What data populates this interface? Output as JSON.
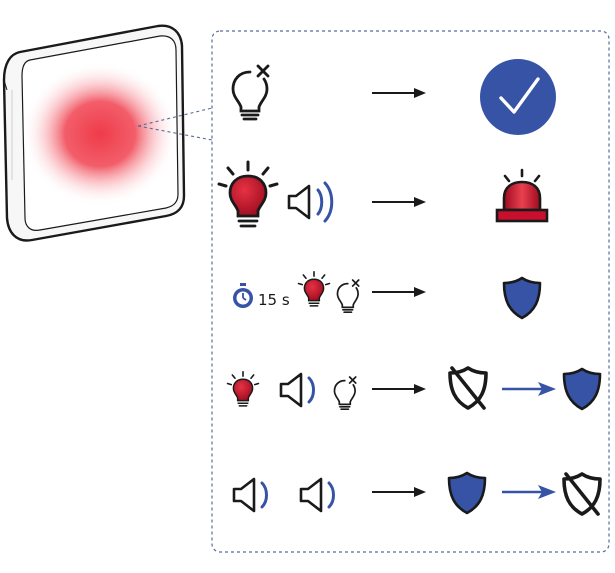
{
  "colors": {
    "blue": "#3653a6",
    "red": "#c8102e",
    "glow": "#ef3b4a",
    "line": "#1a1a1a",
    "frame": "#5b6a9a"
  },
  "device": {
    "name": "sensor-device",
    "state": "red-light-glow"
  },
  "rows": [
    {
      "id": "row-1",
      "inputs": [
        "bulb-off-icon"
      ],
      "outputs": [
        "checkmark-circle-icon"
      ]
    },
    {
      "id": "row-2",
      "inputs": [
        "bulb-red-on-icon",
        "speaker-sound-icon"
      ],
      "outputs": [
        "siren-icon"
      ]
    },
    {
      "id": "row-3",
      "timer_label": "15 s",
      "inputs": [
        "stopwatch-icon",
        "bulb-red-on-icon",
        "bulb-off-icon"
      ],
      "outputs": [
        "shield-icon"
      ]
    },
    {
      "id": "row-4",
      "inputs": [
        "bulb-red-on-icon",
        "speaker-sound-icon",
        "bulb-off-icon"
      ],
      "outputs": [
        "shield-off-icon",
        "shield-icon"
      ]
    },
    {
      "id": "row-5",
      "inputs": [
        "speaker-sound-icon",
        "speaker-sound-icon"
      ],
      "outputs": [
        "shield-icon",
        "shield-off-icon"
      ]
    }
  ]
}
